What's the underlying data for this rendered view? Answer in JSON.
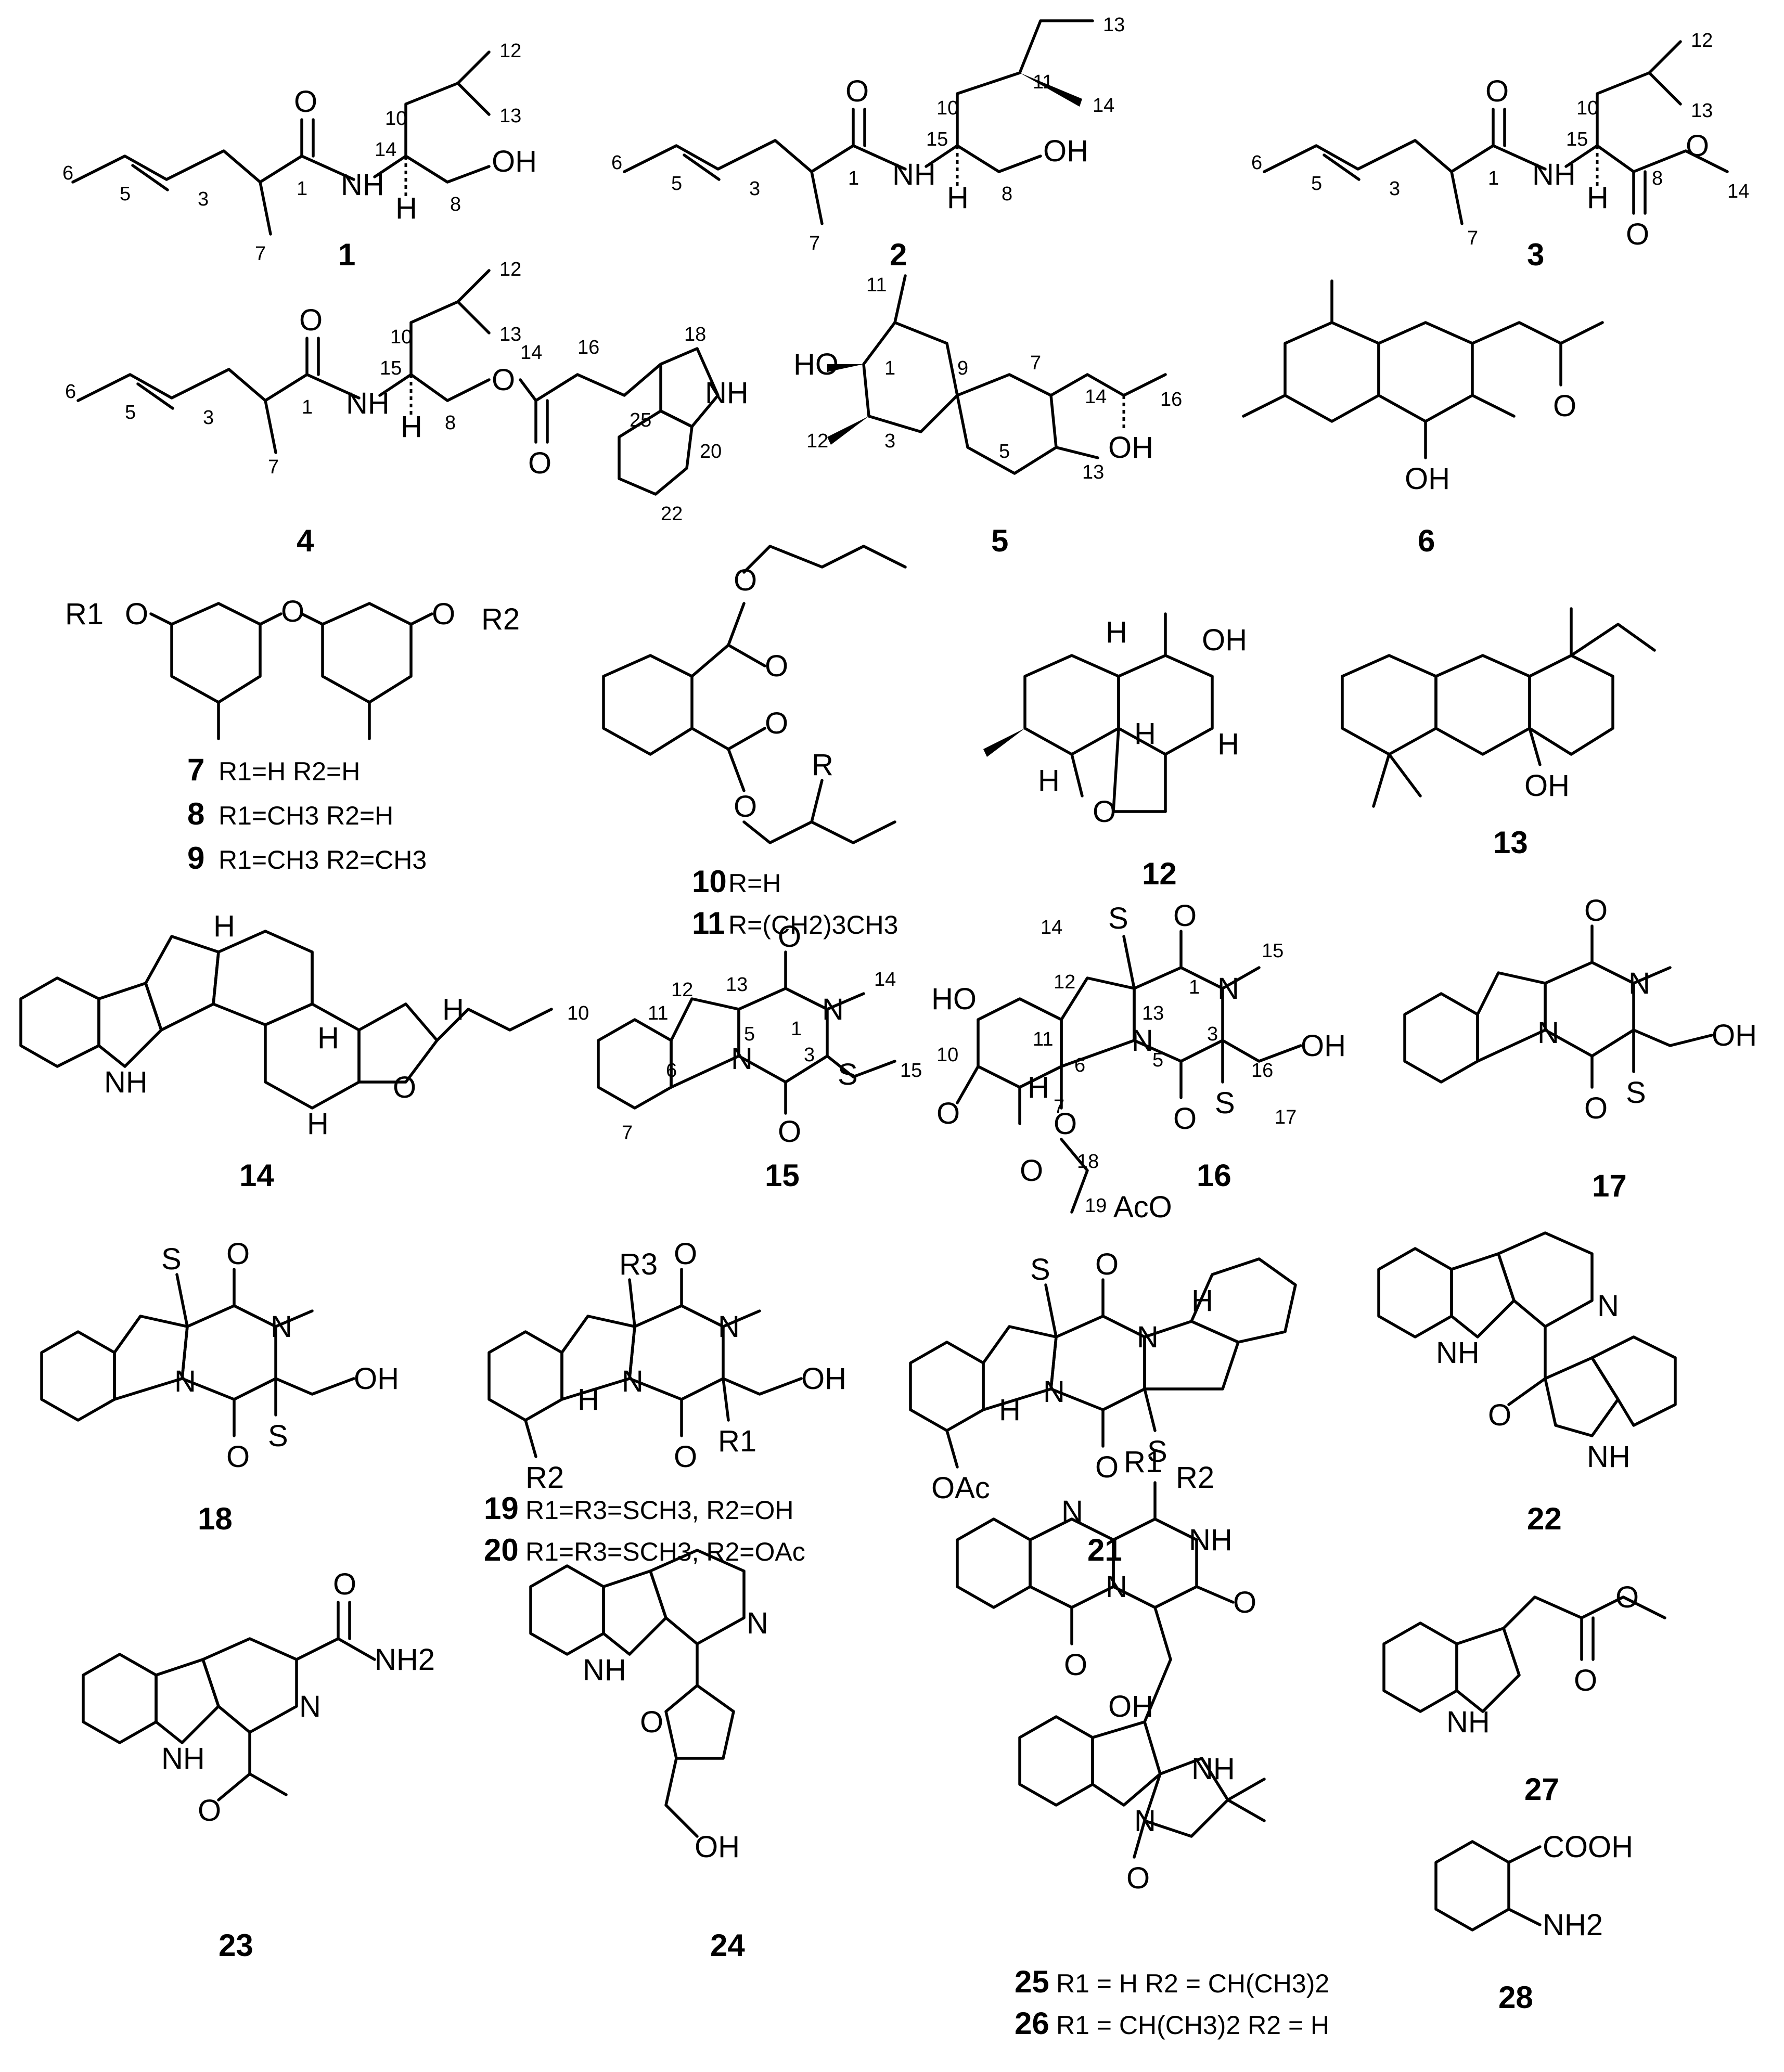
{
  "compound_ids": [
    "1",
    "2",
    "3",
    "4",
    "5",
    "6",
    "7",
    "8",
    "9",
    "10",
    "11",
    "12",
    "13",
    "14",
    "15",
    "16",
    "17",
    "18",
    "19",
    "20",
    "21",
    "22",
    "23",
    "24",
    "25",
    "26",
    "27",
    "28"
  ],
  "substituent_lines": {
    "c7": "R1=H     R2=H",
    "c8": "R1=CH3  R2=H",
    "c9": "R1=CH3  R2=CH3",
    "c10": "R=H",
    "c11": "R=(CH2)3CH3",
    "c19": "R1=R3=SCH3, R2=OH",
    "c20": "R1=R3=SCH3, R2=OAc",
    "c25": "R1 = H     R2 = CH(CH3)2",
    "c26": "R1 = CH(CH3)2  R2 = H"
  },
  "labels": {
    "O": "O",
    "OH": "OH",
    "NH": "NH",
    "N": "N",
    "H": "H",
    "S": "S",
    "HO": "HO",
    "OAc": "OAc",
    "AcO": "AcO",
    "NH2": "NH2",
    "COOH": "COOH",
    "R": "R",
    "R1": "R1",
    "R2": "R2",
    "R3": "R3"
  },
  "atom_numbers": [
    "1",
    "3",
    "5",
    "6",
    "7",
    "8",
    "10",
    "12",
    "13",
    "14",
    "15",
    "16",
    "18",
    "20",
    "22",
    "25",
    "9",
    "11",
    "17",
    "19"
  ]
}
